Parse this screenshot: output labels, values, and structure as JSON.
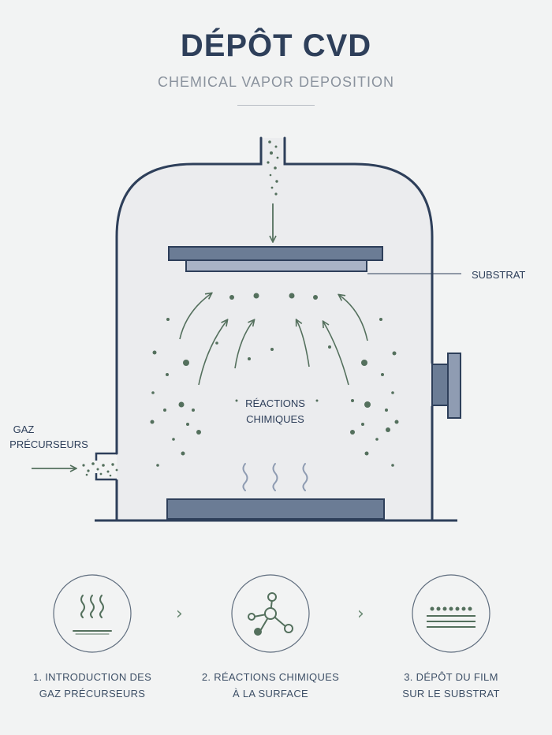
{
  "header": {
    "title": "DÉPÔT CVD",
    "subtitle": "CHEMICAL VAPOR DEPOSITION"
  },
  "diagram": {
    "substrate_label": "SUBSTRAT",
    "inlet_label_line1": "GAZ",
    "inlet_label_line2": "PRÉCURSEURS",
    "center_label_line1": "RÉACTIONS",
    "center_label_line2": "CHIMIQUES"
  },
  "steps": [
    {
      "line1": "1. INTRODUCTION DES",
      "line2": "GAZ PRÉCURSEURS",
      "icon": "heat-waves-icon"
    },
    {
      "line1": "2. RÉACTIONS CHIMIQUES",
      "line2": "À LA SURFACE",
      "icon": "molecule-icon"
    },
    {
      "line1": "3. DÉPÔT DU FILM",
      "line2": "SUR LE SUBSTRAT",
      "icon": "film-layers-icon"
    }
  ],
  "colors": {
    "outline": "#2e3f5a",
    "plate": "#6b7c95",
    "plate_light": "#8f9cb2",
    "green": "#54705d",
    "text": "#3d4f66"
  }
}
